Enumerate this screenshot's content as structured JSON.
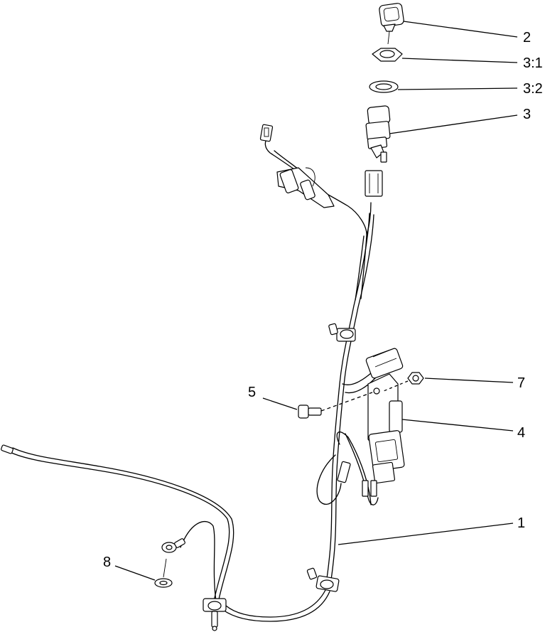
{
  "callouts": [
    {
      "id": "2",
      "label": "2"
    },
    {
      "id": "3-1",
      "label": "3:1"
    },
    {
      "id": "3-2",
      "label": "3:2"
    },
    {
      "id": "3",
      "label": "3"
    },
    {
      "id": "7",
      "label": "7"
    },
    {
      "id": "5",
      "label": "5"
    },
    {
      "id": "4",
      "label": "4"
    },
    {
      "id": "1",
      "label": "1"
    },
    {
      "id": "8",
      "label": "8"
    }
  ]
}
